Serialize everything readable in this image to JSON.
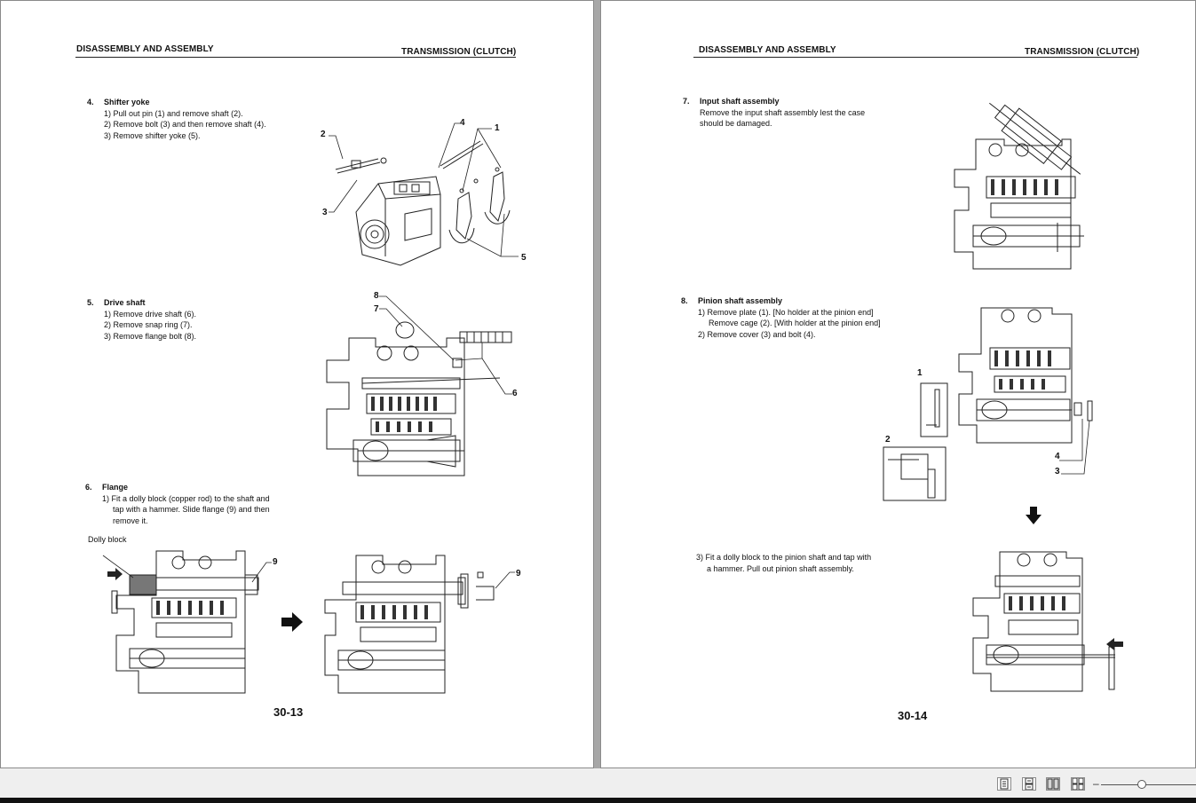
{
  "left_page": {
    "header_left": "DISASSEMBLY AND ASSEMBLY",
    "header_right": "TRANSMISSION (CLUTCH)",
    "steps": [
      {
        "num": "4.",
        "title": "Shifter yoke",
        "lines": [
          "1) Pull out pin (1) and remove shaft (2).",
          "2) Remove bolt (3) and then remove shaft (4).",
          "3) Remove shifter yoke (5)."
        ]
      },
      {
        "num": "5.",
        "title": "Drive shaft",
        "lines": [
          "1) Remove drive shaft (6).",
          "2) Remove snap ring (7).",
          "3) Remove flange bolt (8)."
        ]
      },
      {
        "num": "6.",
        "title": "Flange",
        "lines": [
          "1) Fit a dolly block (copper rod) to the shaft and",
          "tap with a hammer. Slide flange (9) and then",
          "remove it."
        ]
      }
    ],
    "figure_caption": "Dolly block",
    "callouts_fig1": [
      "1",
      "2",
      "3",
      "4",
      "5"
    ],
    "callouts_fig2": [
      "6",
      "7",
      "8"
    ],
    "callouts_fig3": [
      "9",
      "9"
    ],
    "page_number": "30-13"
  },
  "right_page": {
    "header_left": "DISASSEMBLY AND ASSEMBLY",
    "header_right": "TRANSMISSION (CLUTCH)",
    "steps": [
      {
        "num": "7.",
        "title": "Input shaft assembly",
        "lines": [
          "Remove the input shaft assembly lest the case",
          "should be damaged."
        ]
      },
      {
        "num": "8.",
        "title": "Pinion shaft assembly",
        "lines": [
          "1) Remove plate (1). [No holder at the pinion end]",
          "Remove cage (2). [With holder at the pinion end]",
          "2) Remove cover (3) and bolt (4)."
        ]
      }
    ],
    "step3_lines": [
      "3) Fit a dolly block to the pinion shaft and tap with",
      "a hammer. Pull out pinion shaft assembly."
    ],
    "callouts_fig": [
      "1",
      "2",
      "3",
      "4"
    ],
    "page_number": "30-14"
  },
  "viewer": {
    "view_modes": [
      "single-page-icon",
      "continuous-icon",
      "two-page-icon",
      "continuous-two-page-icon"
    ],
    "active_view_mode": "two-page-icon"
  }
}
